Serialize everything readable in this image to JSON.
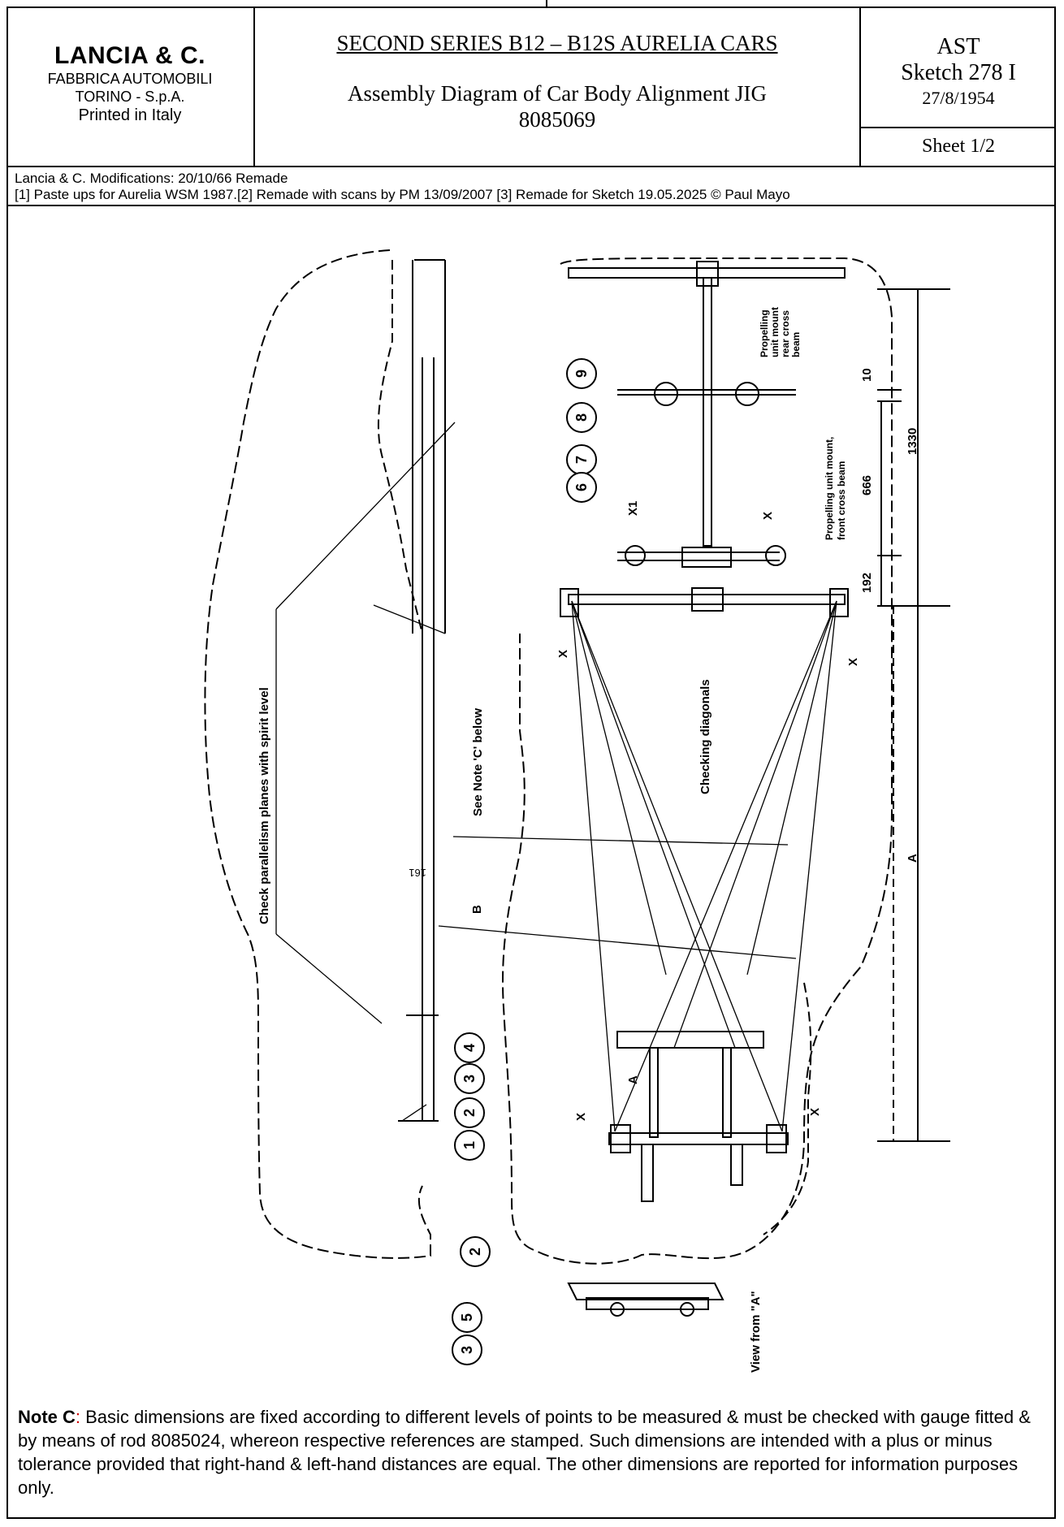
{
  "header": {
    "company": "LANCIA & C.",
    "company_line2": "FABBRICA AUTOMOBILI",
    "company_line3": "TORINO - S.p.A.",
    "company_line4": "Printed in Italy",
    "title": "SECOND SERIES B12 – B12S AURELIA CARS",
    "subtitle_line1": "Assembly Diagram of Car Body Alignment JIG",
    "subtitle_line2": "8085069",
    "code": "AST",
    "sketch": "Sketch 278 I",
    "date": "27/8/1954",
    "sheet": "Sheet 1/2"
  },
  "modifications": {
    "line1": "Lancia & C. Modifications: 20/10/66 Remade",
    "line2": "[1]  Paste ups for Aurelia WSM 1987.[2] Remade with scans by PM 13/09/2007 [3] Remade for Sketch 19.05.2025 © Paul Mayo"
  },
  "diagram": {
    "callouts": [
      "9",
      "8",
      "7",
      "6",
      "4",
      "3",
      "2",
      "1",
      "2",
      "5",
      "3"
    ],
    "label_propelling_rear": [
      "Propelling",
      "unit mount",
      "rear cross",
      "beam"
    ],
    "label_propelling_front": [
      "Propelling unit mount,",
      "front cross beam"
    ],
    "dim_10": "10",
    "dim_666": "666",
    "dim_192": "192",
    "dim_1330": "1330",
    "dim_A": "A",
    "label_x1": "X1",
    "label_x": "X",
    "label_checking_diagonals": "Checking diagonals",
    "label_see_note": "See Note 'C' below",
    "label_check_parallelism": "Check parallelism planes with spirit level",
    "label_B": "B",
    "label_A_arrow": "A",
    "label_view_from_a": "View from \"A\"",
    "label_161": "161"
  },
  "note": {
    "label": "Note C",
    "colon": ":",
    "text": " Basic dimensions are fixed according to different levels of points to be measured & must be checked with gauge fitted & by means of rod 8085024, whereon respective references are stamped.  Such dimensions are intended with a plus or minus tolerance provided that right-hand & left-hand distances are equal.  The other dimensions are reported for information purposes only."
  }
}
